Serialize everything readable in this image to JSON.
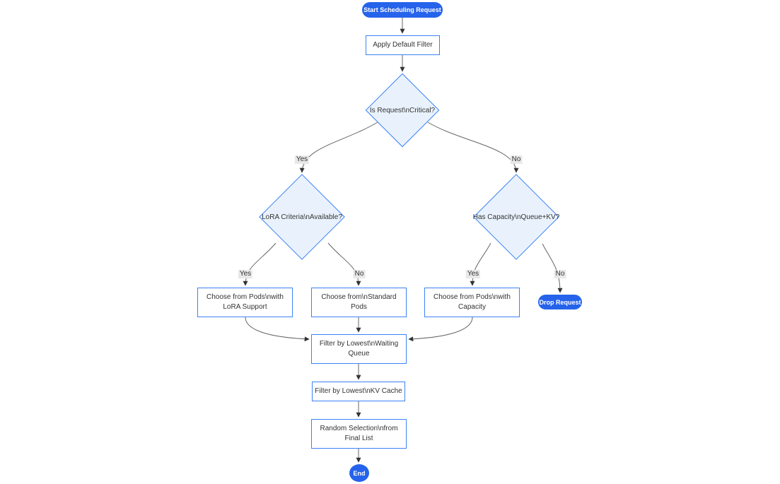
{
  "diagram": {
    "type": "flowchart",
    "direction": "top-down",
    "nodes": [
      {
        "id": "start",
        "shape": "stadium",
        "label": "Start Scheduling Request"
      },
      {
        "id": "apply_filter",
        "shape": "process",
        "label": "Apply Default Filter"
      },
      {
        "id": "is_critical",
        "shape": "decision",
        "label": "Is Request\\nCritical?"
      },
      {
        "id": "lora_criteria",
        "shape": "decision",
        "label": "LoRA Criteria\\nAvailable?"
      },
      {
        "id": "has_capacity",
        "shape": "decision",
        "label": "Has Capacity\\nQueue+KV?"
      },
      {
        "id": "choose_lora_pods",
        "shape": "process",
        "label": "Choose from Pods\\nwith LoRA Support",
        "lines": [
          "Choose from Pods\\nwith",
          "LoRA Support"
        ]
      },
      {
        "id": "choose_standard_pods",
        "shape": "process",
        "label": "Choose from\\nStandard Pods",
        "lines": [
          "Choose from\\nStandard",
          "Pods"
        ]
      },
      {
        "id": "choose_capacity_pods",
        "shape": "process",
        "label": "Choose from Pods\\nwith Capacity",
        "lines": [
          "Choose from Pods\\nwith",
          "Capacity"
        ]
      },
      {
        "id": "drop_request",
        "shape": "stadium",
        "label": "Drop Request"
      },
      {
        "id": "filter_waiting_queue",
        "shape": "process",
        "label": "Filter by Lowest\\nWaiting Queue",
        "lines": [
          "Filter by Lowest\\nWaiting",
          "Queue"
        ]
      },
      {
        "id": "filter_kv_cache",
        "shape": "process",
        "label": "Filter by Lowest\\nKV Cache"
      },
      {
        "id": "random_selection",
        "shape": "process",
        "label": "Random Selection\\nfrom Final List",
        "lines": [
          "Random Selection\\nfrom",
          "Final List"
        ]
      },
      {
        "id": "end",
        "shape": "stadium",
        "label": "End"
      }
    ],
    "edges": [
      {
        "from": "start",
        "to": "apply_filter",
        "label": ""
      },
      {
        "from": "apply_filter",
        "to": "is_critical",
        "label": ""
      },
      {
        "from": "is_critical",
        "to": "lora_criteria",
        "label": "Yes"
      },
      {
        "from": "is_critical",
        "to": "has_capacity",
        "label": "No"
      },
      {
        "from": "lora_criteria",
        "to": "choose_lora_pods",
        "label": "Yes"
      },
      {
        "from": "lora_criteria",
        "to": "choose_standard_pods",
        "label": "No"
      },
      {
        "from": "has_capacity",
        "to": "choose_capacity_pods",
        "label": "Yes"
      },
      {
        "from": "has_capacity",
        "to": "drop_request",
        "label": "No"
      },
      {
        "from": "choose_lora_pods",
        "to": "filter_waiting_queue",
        "label": ""
      },
      {
        "from": "choose_standard_pods",
        "to": "filter_waiting_queue",
        "label": ""
      },
      {
        "from": "choose_capacity_pods",
        "to": "filter_waiting_queue",
        "label": ""
      },
      {
        "from": "filter_waiting_queue",
        "to": "filter_kv_cache",
        "label": ""
      },
      {
        "from": "filter_kv_cache",
        "to": "random_selection",
        "label": ""
      },
      {
        "from": "random_selection",
        "to": "end",
        "label": ""
      }
    ],
    "colors": {
      "primary_node_fill": "#2563eb",
      "primary_node_text": "#ffffff",
      "decision_fill": "#e9f2fc",
      "process_fill": "#ffffff",
      "node_border": "#3b82f6",
      "edge_line": "#666666",
      "arrowhead": "#333333",
      "node_text": "#333333",
      "edge_label_bg": "#e8e8e8",
      "canvas_bg": "#ffffff"
    }
  }
}
